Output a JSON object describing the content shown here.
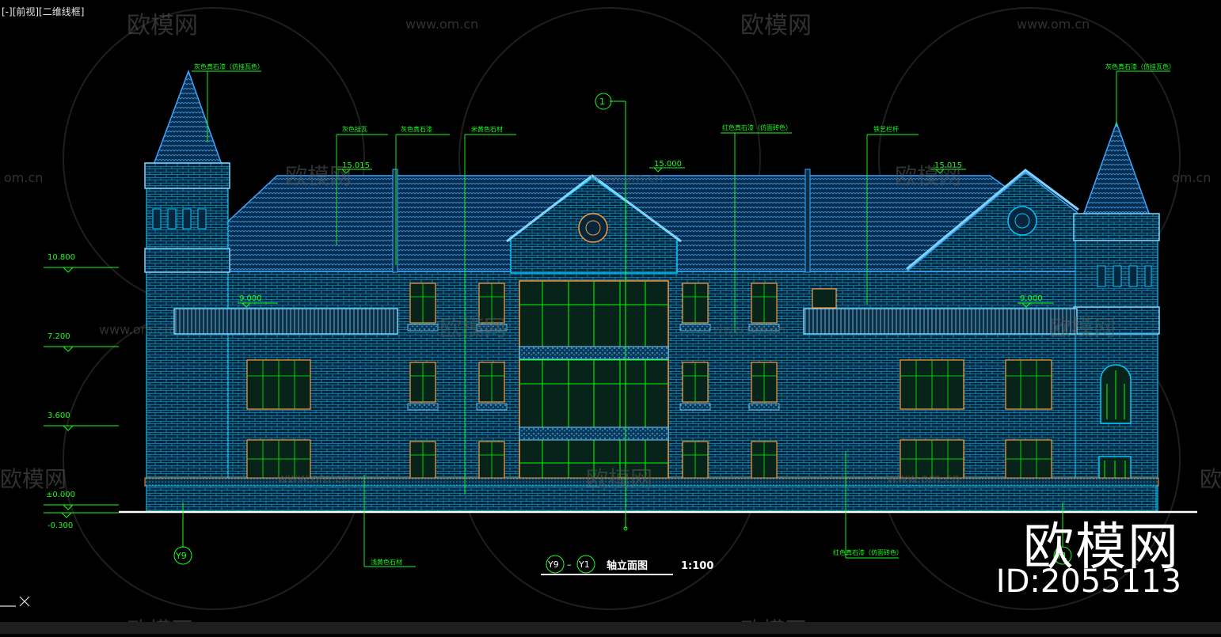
{
  "viewport": {
    "label": "[-][前视][二维线框]"
  },
  "watermarks": {
    "brand": "欧模网",
    "site": "www.om.cn",
    "site_short": "om.cn"
  },
  "elevation_marks": [
    "10.800",
    "7.200",
    "3.600",
    "±0.000",
    "-0.300"
  ],
  "roof_levels": {
    "left": "15.015",
    "center": "15.000",
    "right": "15.015"
  },
  "balcony_levels": {
    "left": "9.000",
    "right": "9.000"
  },
  "axis_bubbles": {
    "center": "1",
    "left": "Y9",
    "right": "Y1"
  },
  "annotations": {
    "left_tower_roof": "灰色真石漆（仿挂瓦色）",
    "right_tower_roof": "灰色真石漆（仿挂瓦色）",
    "roof_tile": "灰色挂瓦",
    "roof_ridge": "灰色真石漆",
    "wall_stone_top": "米黄色石材",
    "wall_paint_top": "红色真石漆（仿面砖色）",
    "railing": "铁艺栏杆",
    "base_stone": "浅黄色石材",
    "wall_paint_bottom": "红色真石漆（仿面砖色）"
  },
  "title_block": {
    "axis_from": "Y9",
    "dash": "–",
    "axis_to": "Y1",
    "title": "轴立面图",
    "scale": "1:100"
  },
  "stamp": {
    "brand": "欧模网",
    "id": "ID:2055113"
  },
  "colors": {
    "background": "#000000",
    "wall": "#00c8ff",
    "roof": "#3aa6ff",
    "frame": "#ff9a3c",
    "glazing": "#00ff00",
    "annotation": "#19ff19"
  }
}
